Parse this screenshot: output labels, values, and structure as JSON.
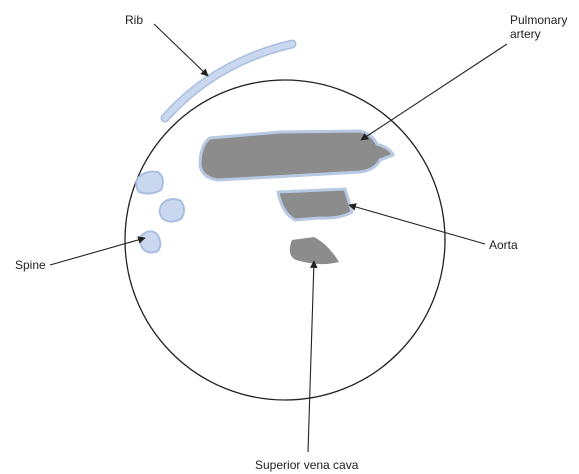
{
  "labels": {
    "rib": "Rib",
    "pulmonary_artery_line1": "Pulmonary",
    "pulmonary_artery_line2": "artery",
    "aorta": "Aorta",
    "spine": "Spine",
    "superior_vena_cava": "Superior vena cava"
  },
  "colors": {
    "outline": "#222222",
    "vessel_fill": "#8c8c8c",
    "vessel_border": "#b7c9e3",
    "bone_fill": "#c9d8ee",
    "bone_border": "#a9bfe0"
  }
}
